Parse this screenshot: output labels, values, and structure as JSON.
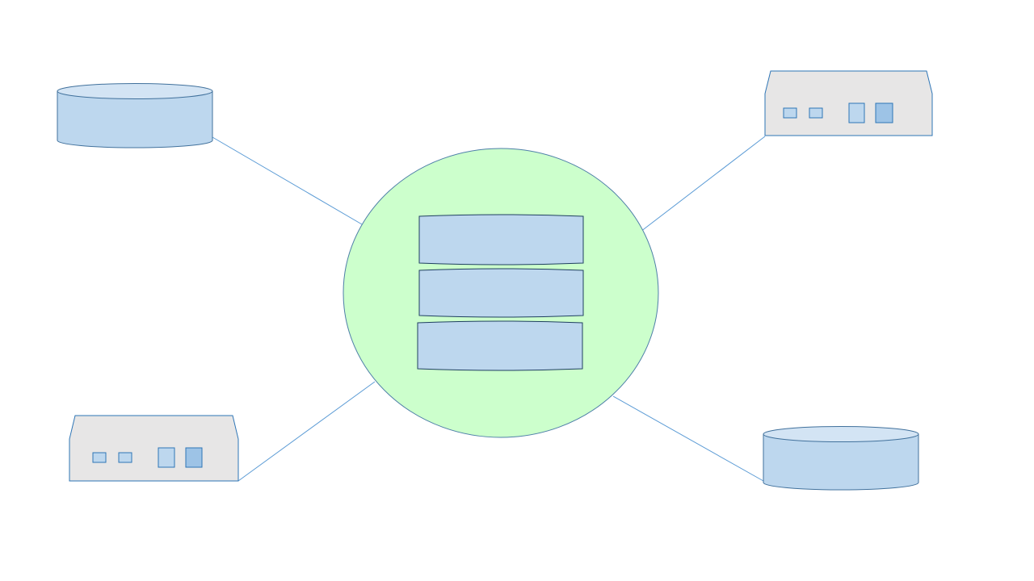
{
  "colors": {
    "background": "#ffffff",
    "hub_fill": "#ccffcc",
    "hub_stroke": "#4e7fa8",
    "connector_stroke": "#5b9bd5",
    "cylinder_fill": "#bdd7ee",
    "cylinder_top_fill": "#d3e4f4",
    "cylinder_stroke": "#41719c",
    "stack_block_fill": "#bdd7ee",
    "stack_block_stroke": "#1f3f60",
    "device_fill": "#e7e6e6",
    "device_stroke": "#2e75b6",
    "device_port_fill": "#bdd7ee",
    "device_port_fill_dark": "#9dc3e6"
  },
  "diagram": {
    "hub": {
      "icon": "database-stack-icon",
      "stack_blocks": 3
    },
    "nodes": [
      {
        "id": "storage-top-left",
        "icon": "storage-cylinder-icon"
      },
      {
        "id": "device-top-right",
        "icon": "network-device-icon"
      },
      {
        "id": "device-bottom-left",
        "icon": "network-device-icon"
      },
      {
        "id": "storage-bottom-right",
        "icon": "storage-cylinder-icon"
      }
    ]
  }
}
